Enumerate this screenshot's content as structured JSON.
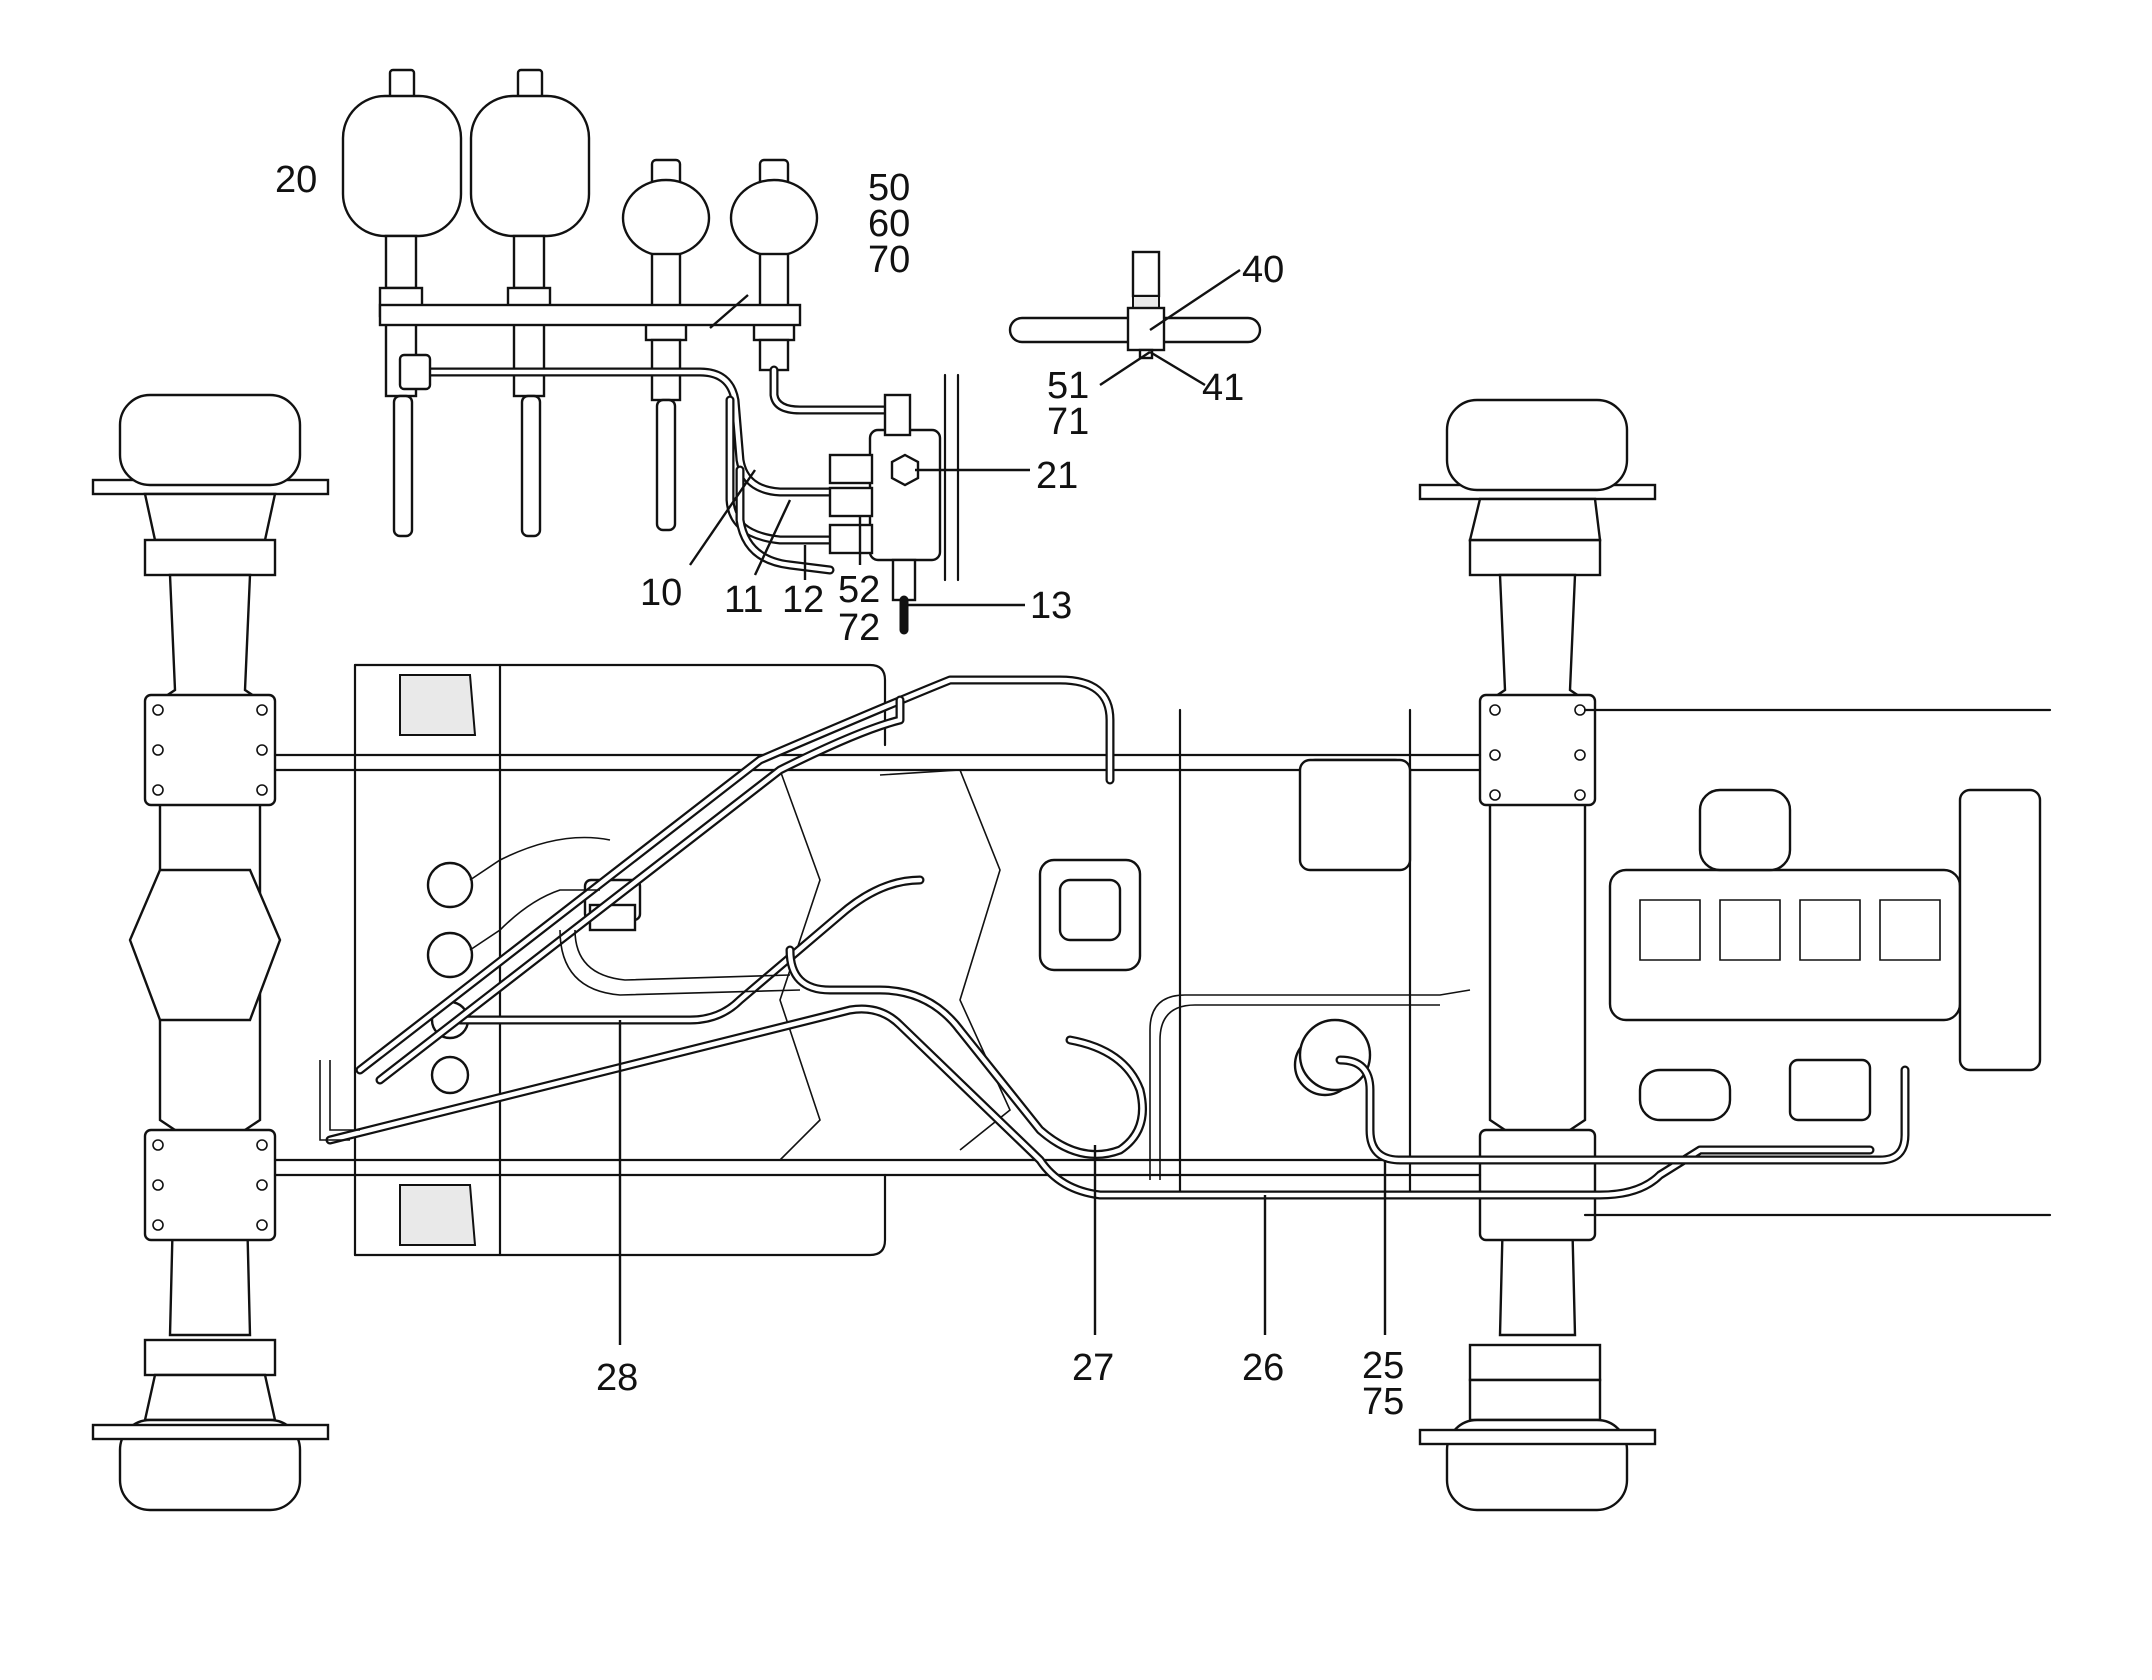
{
  "callouts": {
    "c20": "20",
    "c50": "50",
    "c60": "60",
    "c70": "70",
    "c40": "40",
    "c41": "41",
    "c51": "51",
    "c71": "71",
    "c21": "21",
    "c10": "10",
    "c11": "11",
    "c12": "12",
    "c52": "52",
    "c72": "72",
    "c13": "13",
    "c28": "28",
    "c27": "27",
    "c26": "26",
    "c25": "25",
    "c75": "75"
  }
}
